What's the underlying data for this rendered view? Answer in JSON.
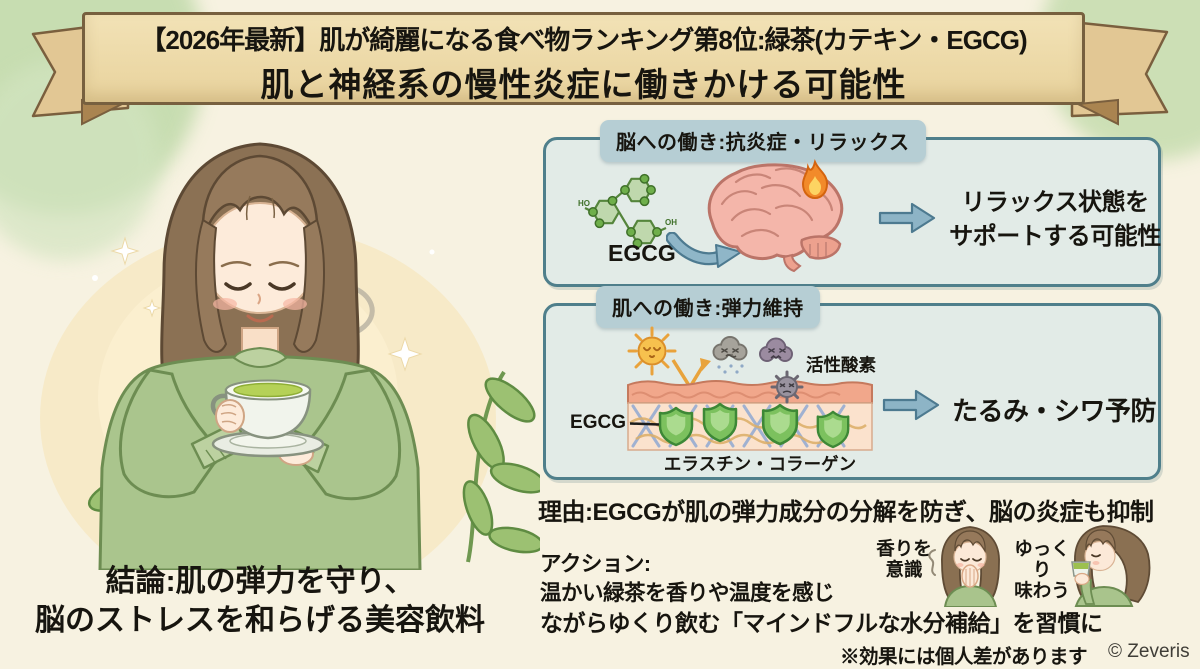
{
  "banner": {
    "line1": "【2026年最新】肌が綺麗になる食べ物ランキング第8位:緑茶(カテキン・EGCG)",
    "line2": "肌と神経系の慢性炎症に働きかける可能性"
  },
  "brain_box": {
    "header": "脳への働き:抗炎症・リラックス",
    "egcg_label": "EGCG",
    "result_line1": "リラックス状態を",
    "result_line2": "サポートする可能性"
  },
  "skin_box": {
    "header": "肌への働き:弾力維持",
    "ros_label": "活性酸素",
    "egcg_label": "EGCG",
    "fiber_label": "エラスチン・コラーゲン",
    "result": "たるみ・シワ予防"
  },
  "reason": "理由:EGCGが肌の弾力成分の分解を防ぎ、脳の炎症も抑制",
  "action": {
    "heading": "アクション:",
    "line1": "温かい緑茶を香りや温度を感じ",
    "line2": "ながらゆくり飲む「マインドフルな水分補給」を習慣に"
  },
  "habits": {
    "smell_line1": "香りを",
    "smell_line2": "意識",
    "sip_line1": "ゆっくり",
    "sip_line2": "味わう"
  },
  "conclusion": {
    "line1": "結論:肌の弾力を守り、",
    "line2": "脳のストレスを和らげる美容飲料"
  },
  "footer": {
    "disclaimer": "※効果には個人差があります",
    "credit": "© Zeveris"
  },
  "colors": {
    "background": "#f7f2e1",
    "ribbon": "#ecd9a8",
    "box_fill": "#e2ebe7",
    "box_border": "#4f7f8b",
    "header_pill": "#b6ced4",
    "arrow_blue": "#8db4c6",
    "molecule_green": "#7cb356",
    "shield_green": "#7cc15e",
    "brain_pink": "#f4b6aa",
    "flame_orange": "#f28a2a",
    "sweater_green": "#aac58d"
  }
}
